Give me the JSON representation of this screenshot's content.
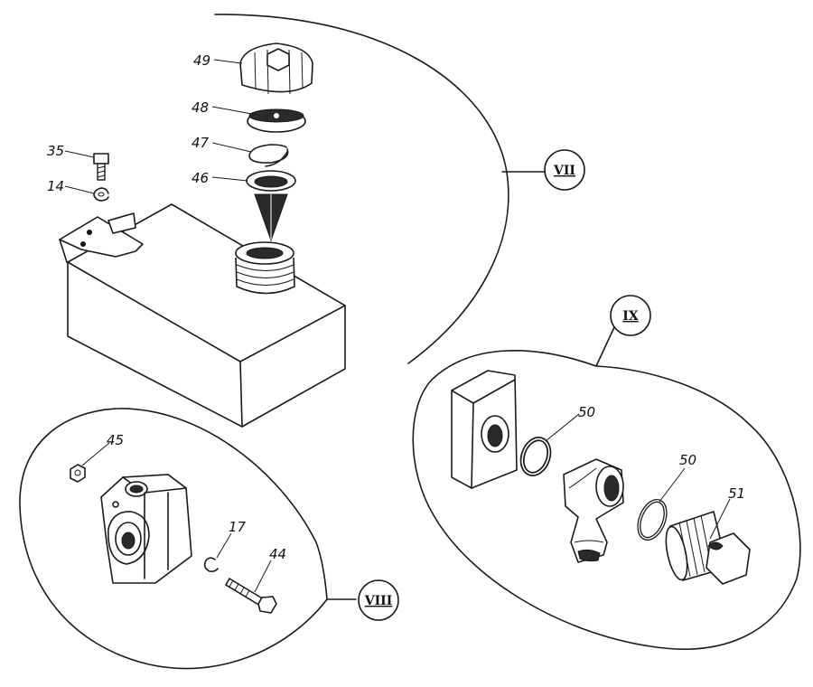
{
  "parts": {
    "cap": "49",
    "disc": "48",
    "spring_ring": "47",
    "filter": "46",
    "bolt_top": "35",
    "washer_top": "14",
    "nut": "45",
    "washer": "17",
    "bolt": "44",
    "o_ring_left": "50",
    "o_ring_right": "50",
    "banjo_bolt": "51"
  },
  "views": {
    "view_7": "VII",
    "view_8": "VIII",
    "view_9": "IX"
  }
}
